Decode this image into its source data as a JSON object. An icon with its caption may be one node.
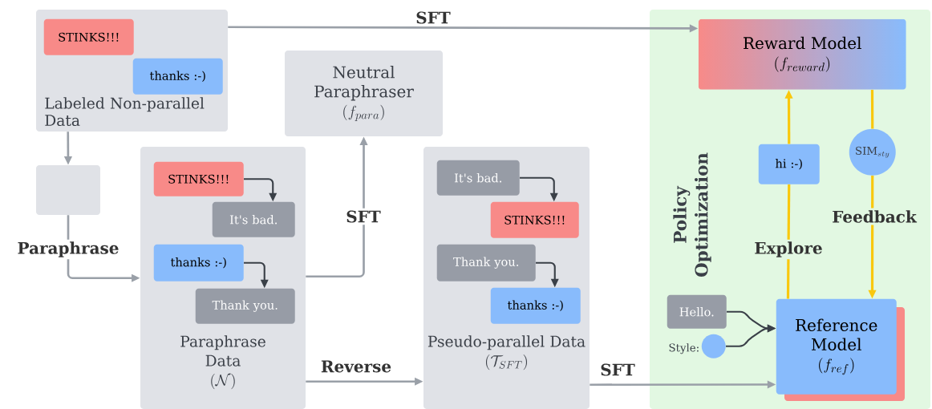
{
  "diagram": {
    "nodes": [
      {
        "text": [
          "Labeled Non-parallel Data"
        ]
      },
      {
        "text": [
          "STINKS!!!"
        ],
        "in": 0
      },
      {
        "text": [
          "thanks :-)"
        ],
        "in": 0
      },
      {
        "text": [],
        "shape": "box"
      },
      {
        "text": [
          "Neutral Paraphraser",
          "(f_{para})"
        ]
      },
      {
        "text": [
          "Paraphrase Data",
          "(\\mathcal{N})"
        ]
      },
      {
        "text": [
          "STINKS!!!"
        ],
        "in": 5
      },
      {
        "text": [
          "It's bad."
        ],
        "in": 5
      },
      {
        "text": [
          "thanks :-)"
        ],
        "in": 5
      },
      {
        "text": [
          "Thank you."
        ],
        "in": 5
      },
      {
        "text": [
          "Pseudo-parallel Data",
          "(\\mathcal{T}_{SFT})"
        ]
      },
      {
        "text": [
          "It's bad."
        ],
        "in": 10
      },
      {
        "text": [
          "STINKS!!!"
        ],
        "in": 10
      },
      {
        "text": [
          "Thank you."
        ],
        "in": 10
      },
      {
        "text": [
          "thanks :-)"
        ],
        "in": 10
      },
      {
        "text": [
          "Policy Optimization"
        ]
      },
      {
        "text": [
          "Reward Model",
          "(f_{reward})"
        ],
        "in": 15
      },
      {
        "text": [
          "hi :-)"
        ],
        "in": 15
      },
      {
        "text": [
          "\\mathrm{SIM}_{sty}"
        ],
        "in": 15
      },
      {
        "text": [
          "Hello."
        ],
        "in": 15
      },
      {
        "text": [],
        "shape": "circle",
        "beside": [
          "Style:"
        ],
        "in": 15
      },
      {
        "text": [
          "Reference Model",
          "(f_{ref})"
        ],
        "in": 15
      }
    ],
    "edges": [
      {
        "from": 0,
        "to": 16,
        "arrow": "to",
        "label": "SFT"
      },
      {
        "from": 0,
        "to": 3,
        "arrow": "to"
      },
      {
        "from": 3,
        "to": 5,
        "arrow": "to",
        "label": "Paraphrase"
      },
      {
        "from": 5,
        "to": 4,
        "arrow": "to",
        "label": "SFT"
      },
      {
        "from": 5,
        "to": 10,
        "arrow": "to",
        "label": "Reverse"
      },
      {
        "from": 10,
        "to": 21,
        "arrow": "to",
        "label": "SFT"
      },
      {
        "from": 6,
        "to": 7,
        "arrow": "to",
        "color": "#3a4048"
      },
      {
        "from": 8,
        "to": 9,
        "arrow": "to",
        "color": "#3a4048"
      },
      {
        "from": 11,
        "to": 12,
        "arrow": "to",
        "color": "#3a4048"
      },
      {
        "from": 13,
        "to": 14,
        "arrow": "to",
        "color": "#3a4048"
      },
      {
        "from": 21,
        "to": 17,
        "arrow": "none",
        "color": "#f9c80e",
        "label": "Explore"
      },
      {
        "from": 17,
        "to": 16,
        "arrow": "to",
        "color": "#f9c80e"
      },
      {
        "from": 16,
        "to": 18,
        "arrow": "none",
        "color": "#f9c80e"
      },
      {
        "from": 18,
        "to": 21,
        "arrow": "to",
        "color": "#f9c80e",
        "label": "Feedback"
      },
      {
        "from": 19,
        "to": 21,
        "arrow": "to",
        "color": "#3a4048"
      },
      {
        "from": 20,
        "to": 21,
        "arrow": "to",
        "color": "#3a4048"
      }
    ]
  }
}
